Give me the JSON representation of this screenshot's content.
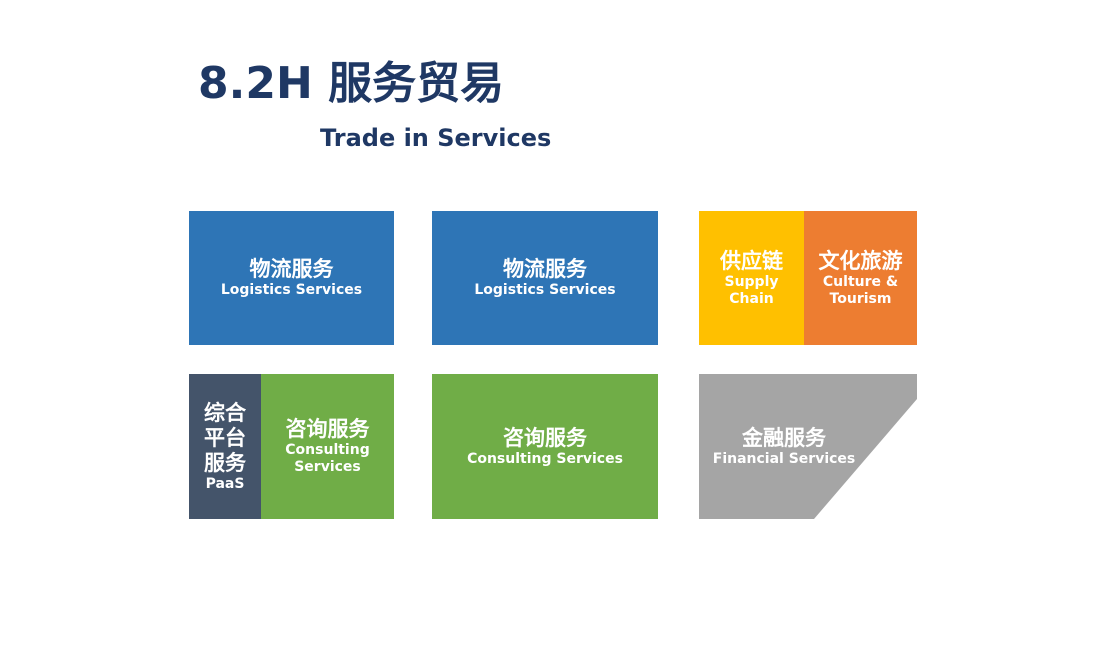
{
  "header": {
    "title": "8.2H 服务贸易",
    "subtitle": "Trade in Services"
  },
  "blocks": {
    "logistics_1": {
      "zh": "物流服务",
      "en": "Logistics Services"
    },
    "logistics_2": {
      "zh": "物流服务",
      "en": "Logistics Services"
    },
    "supply_chain": {
      "zh": "供应链",
      "en_line1": "Supply",
      "en_line2": "Chain"
    },
    "culture_tourism": {
      "zh": "文化旅游",
      "en_line1": "Culture &",
      "en_line2": "Tourism"
    },
    "paas": {
      "zh_line1": "综合",
      "zh_line2": "平台",
      "zh_line3": "服务",
      "en": "PaaS"
    },
    "consulting_1": {
      "zh": "咨询服务",
      "en_line1": "Consulting",
      "en_line2": "Services"
    },
    "consulting_2": {
      "zh": "咨询服务",
      "en": "Consulting Services"
    },
    "financial": {
      "zh": "金融服务",
      "en": "Financial Services"
    }
  },
  "colors": {
    "blue": "#2e75b6",
    "green": "#70ad47",
    "navy": "#44546a",
    "yellow": "#ffc000",
    "orange": "#ed7d31",
    "gray": "#a5a5a5",
    "title": "#1f3864"
  }
}
